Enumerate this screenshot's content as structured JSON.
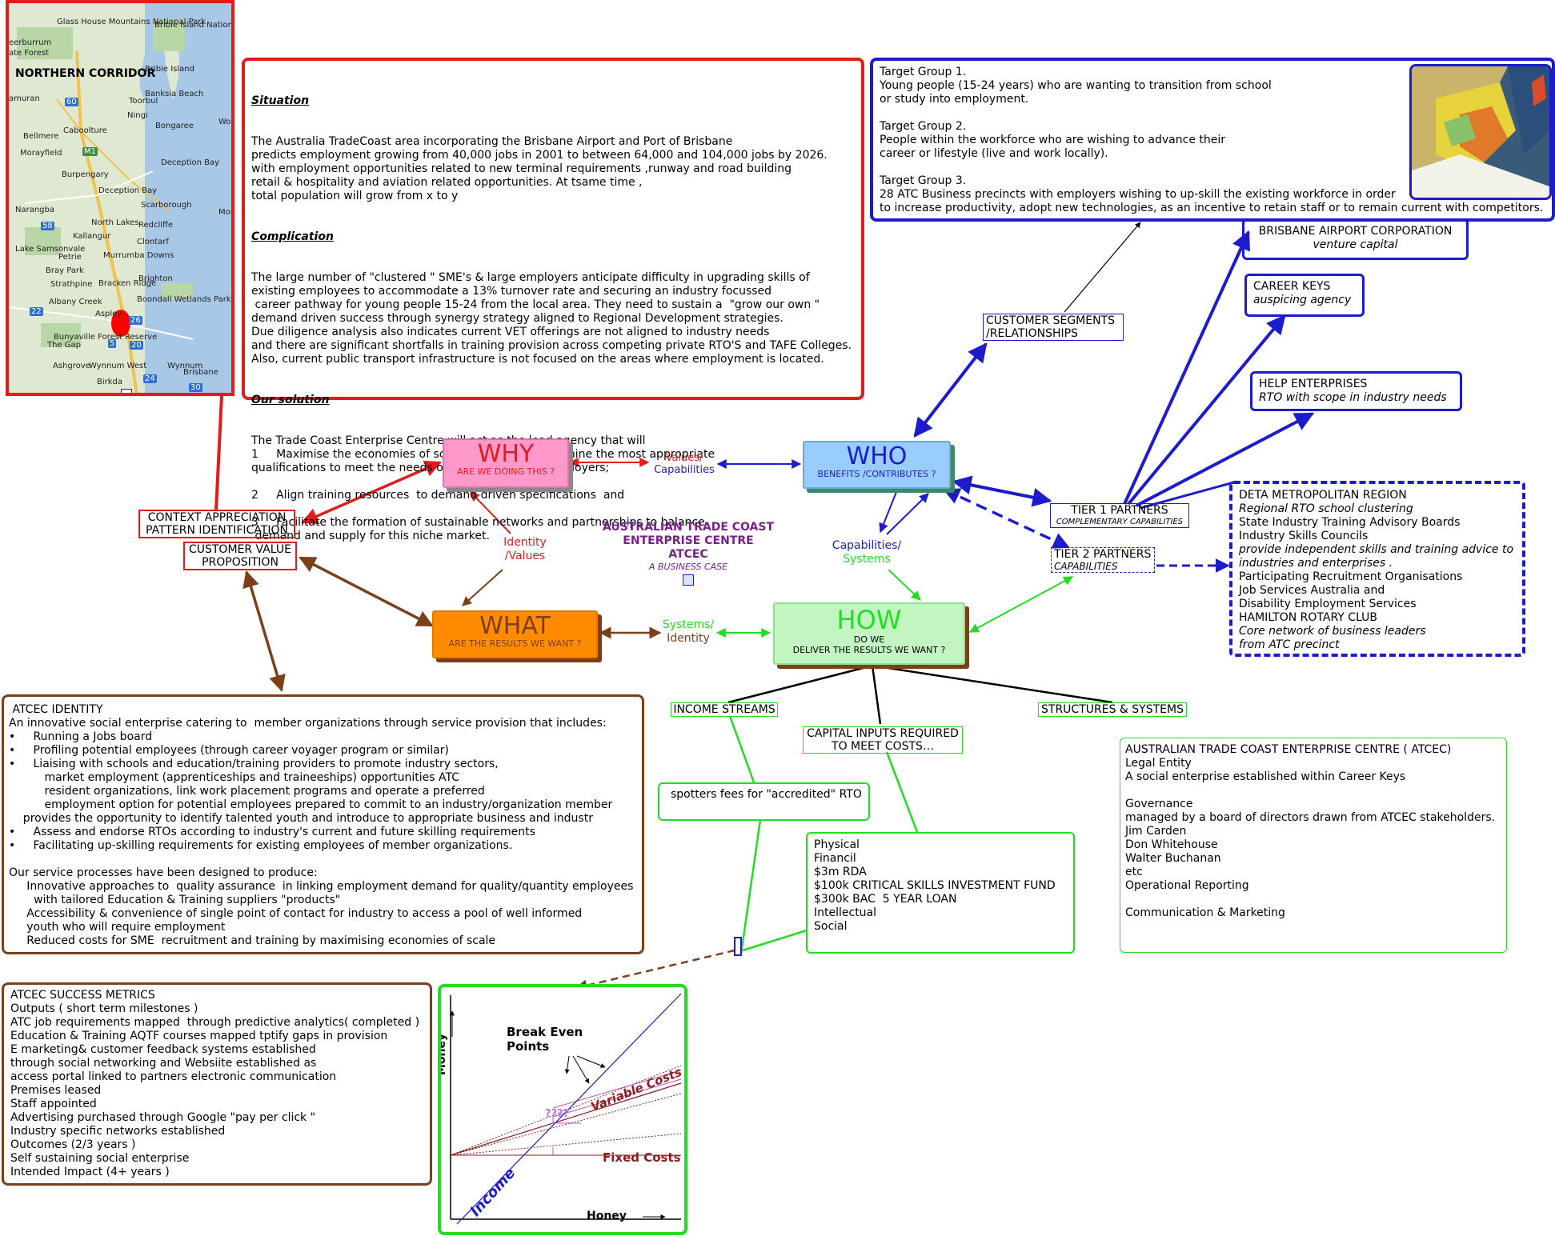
{
  "map": {
    "corridor_title": "NORTHERN CORRIDOR",
    "places": [
      "Glass House Mountains National Park",
      "Bribie Island National Park",
      "Bribie Island",
      "eerburrum",
      "ate Forest",
      "amuran",
      "Banksia Beach",
      "Toorbul",
      "Caboolture",
      "Bellmere",
      "Ningi",
      "Bongaree",
      "Woo",
      "Morayfield",
      "Burpengary",
      "Deception Bay",
      "Deception Bay",
      "Scarborough",
      "Narangba",
      "North Lakes",
      "Redcliffe",
      "More",
      "Kallangur",
      "Clontarf",
      "Lake Samsonvale",
      "Petrie",
      "Murrumba Downs",
      "Bray Park",
      "Strathpine",
      "Bracken Ridge",
      "Brighton",
      "Albany Creek",
      "Boondall Wetlands Park",
      "Aspley",
      "Bunyaville Forest Reserve",
      "The Gap",
      "Ashgrove",
      "Wynnum West",
      "Wynnum",
      "Brisbane",
      "Birkda"
    ],
    "road_labels": [
      "M1",
      "60",
      "58",
      "22",
      "26",
      "5",
      "20",
      "24",
      "30"
    ]
  },
  "business_case": {
    "situation_heading": "Situation",
    "situation_lines": [
      "The Australia TradeCoast area incorporating the Brisbane Airport and Port of Brisbane",
      "predicts employment growing from 40,000 jobs in 2001 to between 64,000 and 104,000 jobs by 2026.",
      "with employment opportunities related to new terminal requirements ,runway and road building",
      "retail & hospitality and aviation related opportunities. At tsame time ,",
      "total population will grow from x to y"
    ],
    "complication_heading": "Complication",
    "complication_lines": [
      "The large number of \"clustered \" SME's & large employers anticipate difficulty in upgrading skills of",
      "existing employees to accommodate a 13% turnover rate and securing an industry focussed",
      " career pathway for young people 15-24 from the local area. They need to sustain a  \"grow our own \"",
      "demand driven success through synergy strategy aligned to Regional Development strategies.",
      "Due diligence analysis also indicates current VET offerings are not aligned to industry needs",
      "and there are significant shortfalls in training provision across competing private RTO'S and TAFE Colleges.",
      "Also, current public transport infrastructure is not focused on the areas where employment is located."
    ],
    "solution_heading": "Our solution",
    "solution_lines": [
      "The Trade Coast Enterprise Centre will act as the lead agency that will",
      "1     Maximise the economies of scale required  to determine the most appropriate",
      "qualifications to meet the needs of the Participating Employers;",
      "",
      "2     Align training resources  to demand driven specifications  and",
      "",
      "3     Facilitate the formation of sustainable networks and partnerships to balance",
      " demand and supply for this niche market."
    ]
  },
  "targets": {
    "lines": [
      "Target Group 1.",
      "Young people (15-24 years) who are wanting to transition from school",
      "or study into employment.",
      "",
      "Target Group 2.",
      "People within the workforce who are wishing to advance their",
      "career or lifestyle (live and work locally).",
      "",
      "Target Group 3.",
      "28 ATC Business precincts with employers wishing to up-skill the existing workforce in order",
      "to increase productivity, adopt new technologies, as an incentive to retain staff or to remain current with competitors."
    ]
  },
  "nodes": {
    "why_title": "WHY",
    "why_sub": "ARE WE DOING THIS ?",
    "who_title": "WHO",
    "who_sub": "BENEFITS /CONTRIBUTES ?",
    "what_title": "WHAT",
    "what_sub": "ARE THE RESULTS WE WANT ?",
    "how_title": "HOW",
    "how_sub1": "DO WE",
    "how_sub2": "DELIVER THE RESULTS WE WANT ?"
  },
  "center": {
    "line1": "AUSTRALIAN TRADE COAST",
    "line2": "ENTERPRISE CENTRE",
    "line3": "ATCEC",
    "line4": "A BUSINESS CASE"
  },
  "connectors": {
    "values_1": "Values/",
    "values_2": "Capabilities",
    "identity_1": "Identity",
    "identity_2": "/Values",
    "systems_1": "Systems/",
    "systems_2": "Identity",
    "capabilities_1": "Capabilities/",
    "capabilities_2": "Systems"
  },
  "labels": {
    "context_1": "CONTEXT APPRECIATION",
    "context_2": "PATTERN IDENTIFICATION",
    "cvp_1": "CUSTOMER VALUE",
    "cvp_2": "PROPOSITION",
    "segments_1": "CUSTOMER SEGMENTS",
    "segments_2": "/RELATIONSHIPS",
    "tier1_1": "TIER 1  PARTNERS",
    "tier1_2": "COMPLEMENTARY CAPABILITIES",
    "tier2_1": "TIER 2 PARTNERS",
    "tier2_2": "CAPABILITIES",
    "income_streams": "INCOME STREAMS",
    "capital_1": "CAPITAL INPUTS REQUIRED",
    "capital_2": "TO MEET COSTS…",
    "structures": "STRUCTURES & SYSTEMS"
  },
  "partners": {
    "bac_title": "BRISBANE AIRPORT CORPORATION",
    "bac_sub": "venture capital",
    "ck_title": "CAREER KEYS",
    "ck_sub": "auspicing agency",
    "help_title": "HELP ENTERPRISES",
    "help_sub": "RTO with scope in industry needs"
  },
  "deta": {
    "lines": [
      {
        "text": "DETA METROPOLITAN REGION",
        "italic": false
      },
      {
        "text": "Regional RTO school clustering",
        "italic": true
      },
      {
        "text": "State Industry Training Advisory Boards",
        "italic": false
      },
      {
        "text": "Industry Skills Councils",
        "italic": false
      },
      {
        "text": "provide independent skills and training advice to",
        "italic": true
      },
      {
        "text": "industries and enterprises .",
        "italic": true
      },
      {
        "text": "Participating Recruitment Organisations",
        "italic": false
      },
      {
        "text": "Job Services Australia and",
        "italic": false
      },
      {
        "text": "Disability Employment Services",
        "italic": false
      },
      {
        "text": "HAMILTON ROTARY CLUB",
        "italic": false
      },
      {
        "text": "Core network of business leaders",
        "italic": true
      },
      {
        "text": "from ATC precinct",
        "italic": true
      }
    ]
  },
  "identity": {
    "lines": [
      " ATCEC IDENTITY",
      "An innovative social enterprise catering to  member organizations through service provision that includes:",
      "•     Running a Jobs board",
      "•     Profiling potential employees (through career voyager program or similar)",
      "•     Liaising with schools and education/training providers to promote industry sectors,",
      "          market employment (apprenticeships and traineeships) opportunities ATC",
      "          resident organizations, link work placement programs and operate a preferred",
      "          employment option for potential employees prepared to commit to an industry/organization member",
      "    provides the opportunity to identify talented youth and introduce to appropriate business and industr",
      "•     Assess and endorse RTOs according to industry's current and future skilling requirements",
      "•     Facilitating up-skilling requirements for existing employees of member organizations.",
      "",
      "Our service processes have been designed to produce:",
      "     Innovative approaches to  quality assurance  in linking employment demand for quality/quantity employees",
      "       with tailored Education & Training suppliers \"products\"",
      "     Accessibility & convenience of single point of contact for industry to access a pool of well informed",
      "     youth who will require employment",
      "     Reduced costs for SME  recruitment and training by maximising economies of scale"
    ]
  },
  "spotters": "spotters fees for \"accredited\" RTO",
  "capital_list": [
    "Physical",
    "Financil",
    "$3m RDA",
    "$100k CRITICAL SKILLS INVESTMENT FUND",
    "$300k BAC  5 YEAR LOAN",
    "Intellectual",
    "Social"
  ],
  "atcec_entity": {
    "lines": [
      "AUSTRALIAN TRADE COAST ENTERPRISE CENTRE ( ATCEC)",
      "Legal Entity",
      "A social enterprise established within Career Keys",
      "",
      "Governance",
      "managed by a board of directors drawn from ATCEC stakeholders.",
      "Jim Carden",
      "Don Whitehouse",
      "Walter Buchanan",
      "etc",
      "Operational Reporting",
      "",
      "Communication & Marketing"
    ]
  },
  "metrics": {
    "lines": [
      "ATCEC SUCCESS METRICS",
      "Outputs ( short term milestones )",
      "ATC job requirements mapped  through predictive analytics( completed )",
      "Education & Training AQTF courses mapped tptify gaps in provision",
      "E marketing& customer feedback systems established",
      "through social networking and Websiite established as",
      "access portal linked to partners electronic communication",
      "Premises leased",
      "Staff appointed",
      "Advertising purchased through Google \"pay per click \"",
      "Industry specific networks established",
      "Outcomes (2/3 years )",
      "Self sustaining social enterprise",
      "Intended Impact (4+ years )"
    ]
  },
  "break_even": {
    "y_label": "Money",
    "x_label": "Honey",
    "points_1": "Break Even",
    "points_2": "Points",
    "variable": "Variable Costs",
    "fixed": "Fixed Costs",
    "income": "Income",
    "question": "????"
  },
  "colors": {
    "red": "#e31b1b",
    "blue": "#1c1ccc",
    "brown": "#7b3f1a",
    "green": "#22dd22",
    "purple": "#7a1f8a"
  }
}
